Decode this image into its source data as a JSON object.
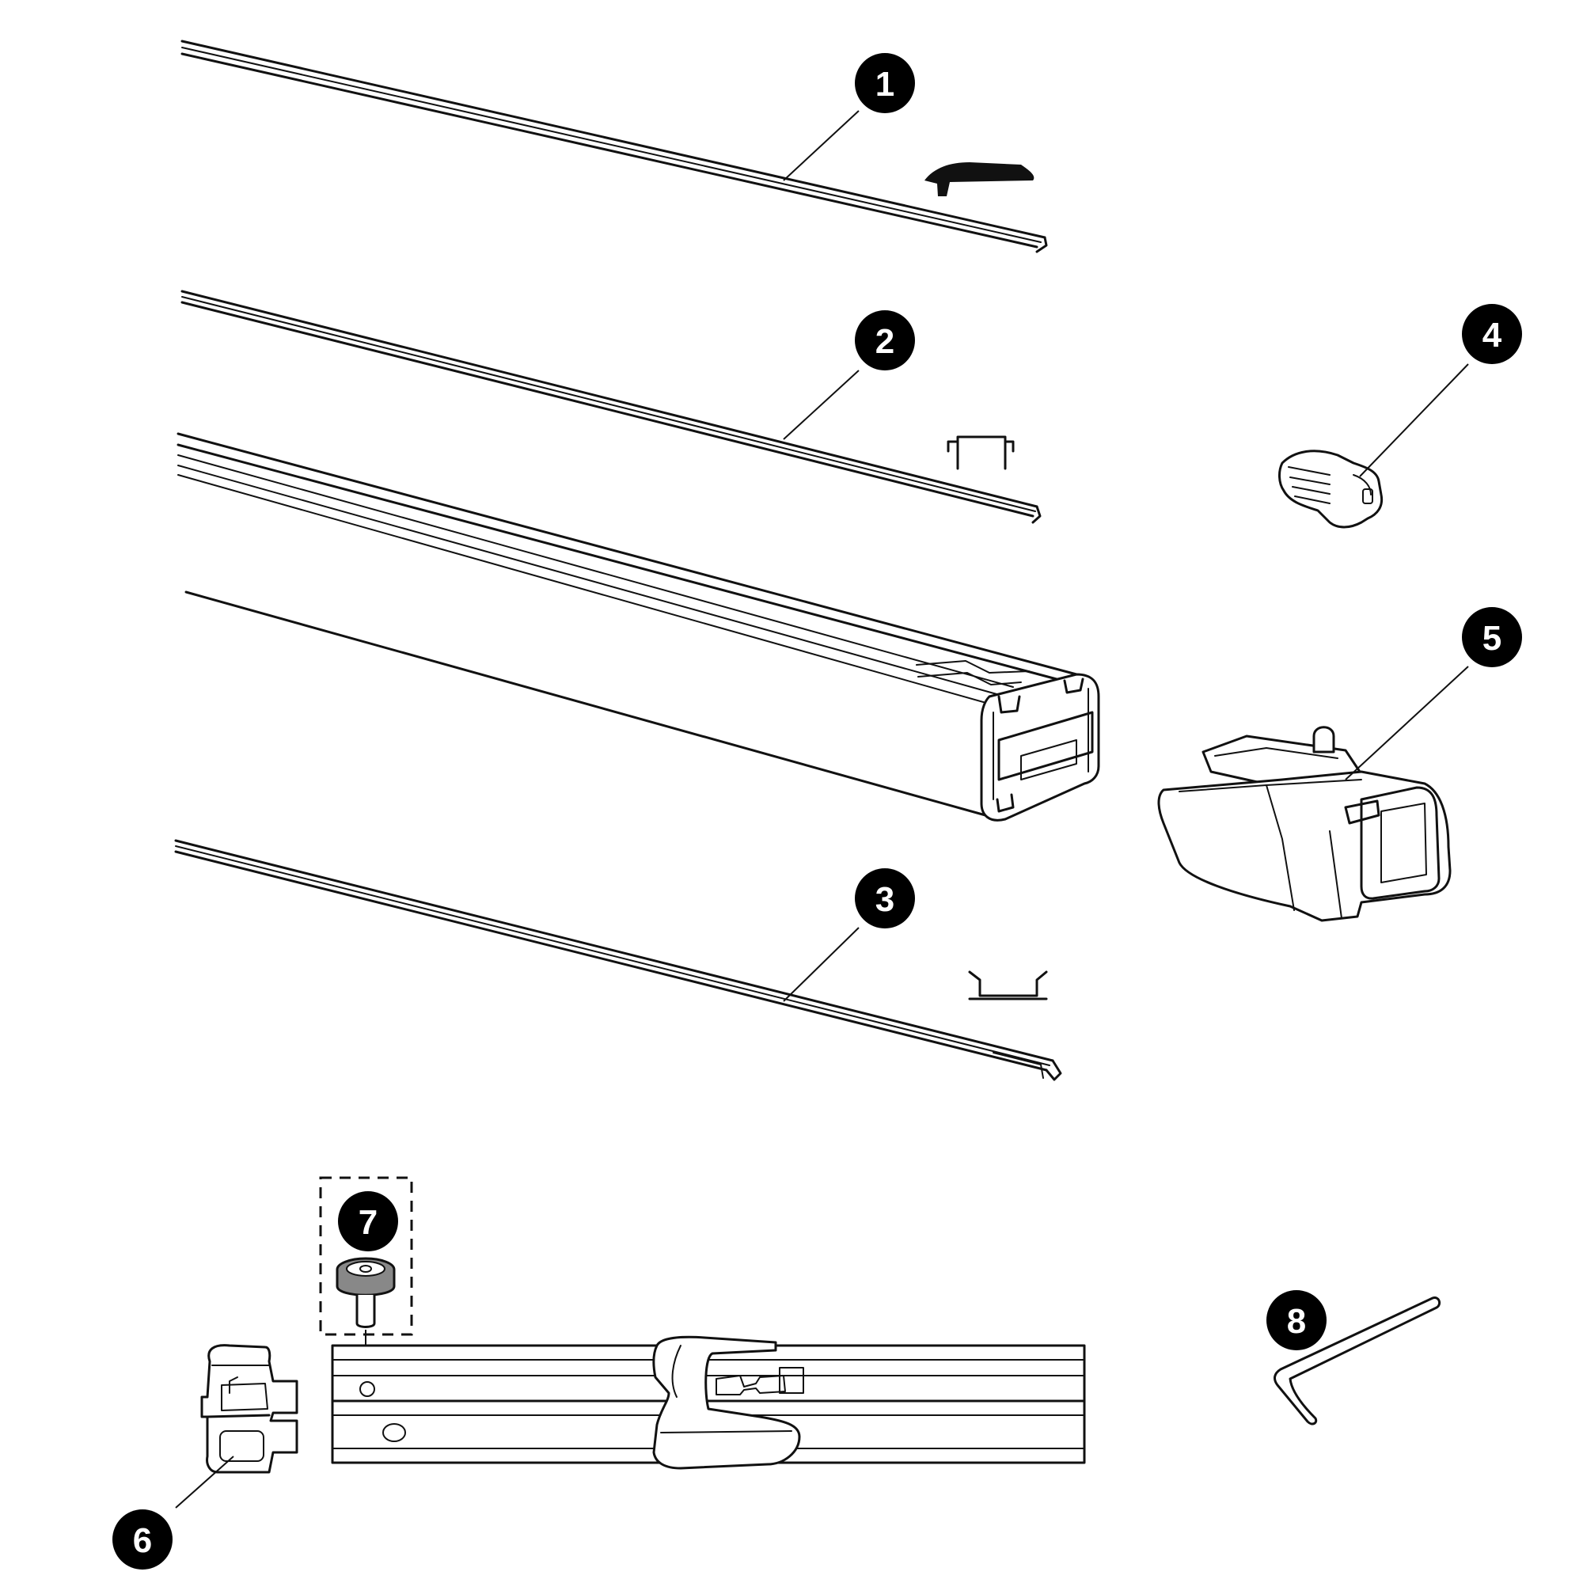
{
  "callouts": [
    {
      "id": "1",
      "label": "1"
    },
    {
      "id": "2",
      "label": "2"
    },
    {
      "id": "3",
      "label": "3"
    },
    {
      "id": "4",
      "label": "4"
    },
    {
      "id": "5",
      "label": "5"
    },
    {
      "id": "6",
      "label": "6"
    },
    {
      "id": "7",
      "label": "7"
    },
    {
      "id": "8",
      "label": "8"
    }
  ],
  "colors": {
    "line": "#111111",
    "callout_fill": "#000000",
    "callout_text": "#ffffff",
    "background": "#ffffff",
    "washer": "#888888"
  }
}
